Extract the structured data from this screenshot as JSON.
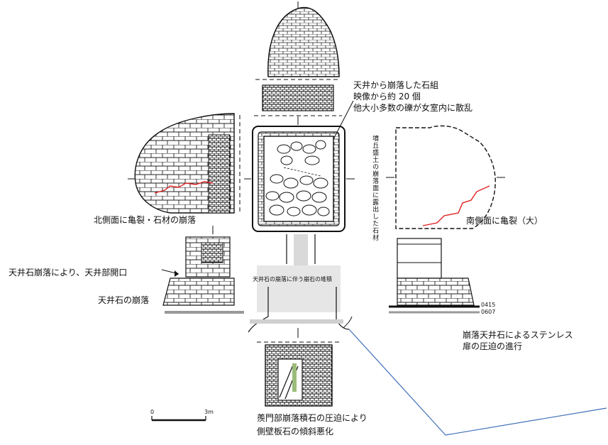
{
  "annotations": {
    "ceiling_collapse_1": "天井から崩落した石組",
    "ceiling_collapse_2": "映像から約 20 個",
    "ceiling_collapse_3": "他大小多数の礫が女室内に散乱",
    "north_crack": "北側面に亀裂・石材の崩落",
    "south_crack": "南側面に亀裂（大）",
    "ceiling_opening": "天井石崩落により、天井部開口",
    "ceiling_stone_fall": "天井石の崩落",
    "debris_center": "天井石の崩落に伴う崩石の堆積",
    "steel_door_1": "崩落天井石によるステンレス",
    "steel_door_2": "扉の圧迫の進行",
    "entrance_1": "羨門部崩落積石の圧迫により",
    "entrance_2": "側壁板石の傾斜悪化",
    "vertical_note": "墳丘盛土の崩落面に露出した石材",
    "level_1": "0415",
    "level_2": "0607"
  },
  "scale": {
    "zero": "0",
    "end": "3m"
  },
  "colors": {
    "crack": "#e02020",
    "leader": "#3f6fb8",
    "debris": "#d9d9d9",
    "ink": "#111111"
  }
}
